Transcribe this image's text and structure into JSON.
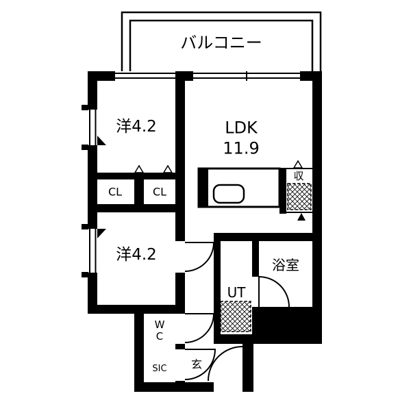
{
  "floorplan": {
    "balcony": "バルコニー",
    "bedroom1": "洋4.2",
    "ldk_name": "LDK",
    "ldk_size": "11.9",
    "cl_left": "CL",
    "cl_right": "CL",
    "storage": "収",
    "bedroom2": "洋4.2",
    "bath": "浴室",
    "utility": "UT",
    "wc_line1": "W",
    "wc_line2": "C",
    "entrance": "玄",
    "sic": "SIC"
  },
  "colors": {
    "wall": "#000000",
    "floor": "#ffffff",
    "line": "#000000"
  }
}
